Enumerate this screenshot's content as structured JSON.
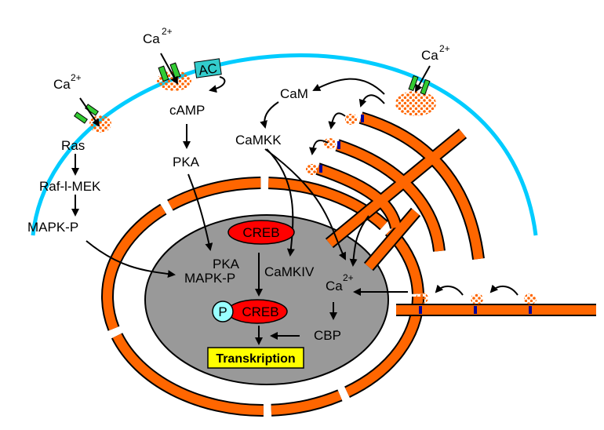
{
  "colors": {
    "membrane": "#00ccff",
    "er": "#ff6600",
    "nucleus": "#999999",
    "creb": "#ff0000",
    "phosphate": "#99ffff",
    "channel": "#33cc33",
    "ac": "#33cccc",
    "transcription_box": "#ffff00",
    "calcium_dots": "#ff6600",
    "receptor": "#000099"
  },
  "labels": {
    "ca_left": "Ca",
    "ca_left_sup": "2+",
    "ras": "Ras",
    "raf_mek": "Raf-l-MEK",
    "mapk_p": "MAPK-P",
    "ca_mid": "Ca",
    "ca_mid_sup": "2+",
    "ac": "AC",
    "camp": "cAMP",
    "pka": "PKA",
    "cam": "CaM",
    "camkk": "CaMKK",
    "ca_right": "Ca",
    "ca_right_sup": "2+",
    "creb": "CREB",
    "nuc_pka": "PKA",
    "nuc_mapk_p": "MAPK-P",
    "camkiv": "CaMKIV",
    "nuc_ca": "Ca",
    "nuc_ca_sup": "2+",
    "p": "P",
    "pcreb": "CREB",
    "cbp": "CBP",
    "transcription": "Transkription"
  }
}
